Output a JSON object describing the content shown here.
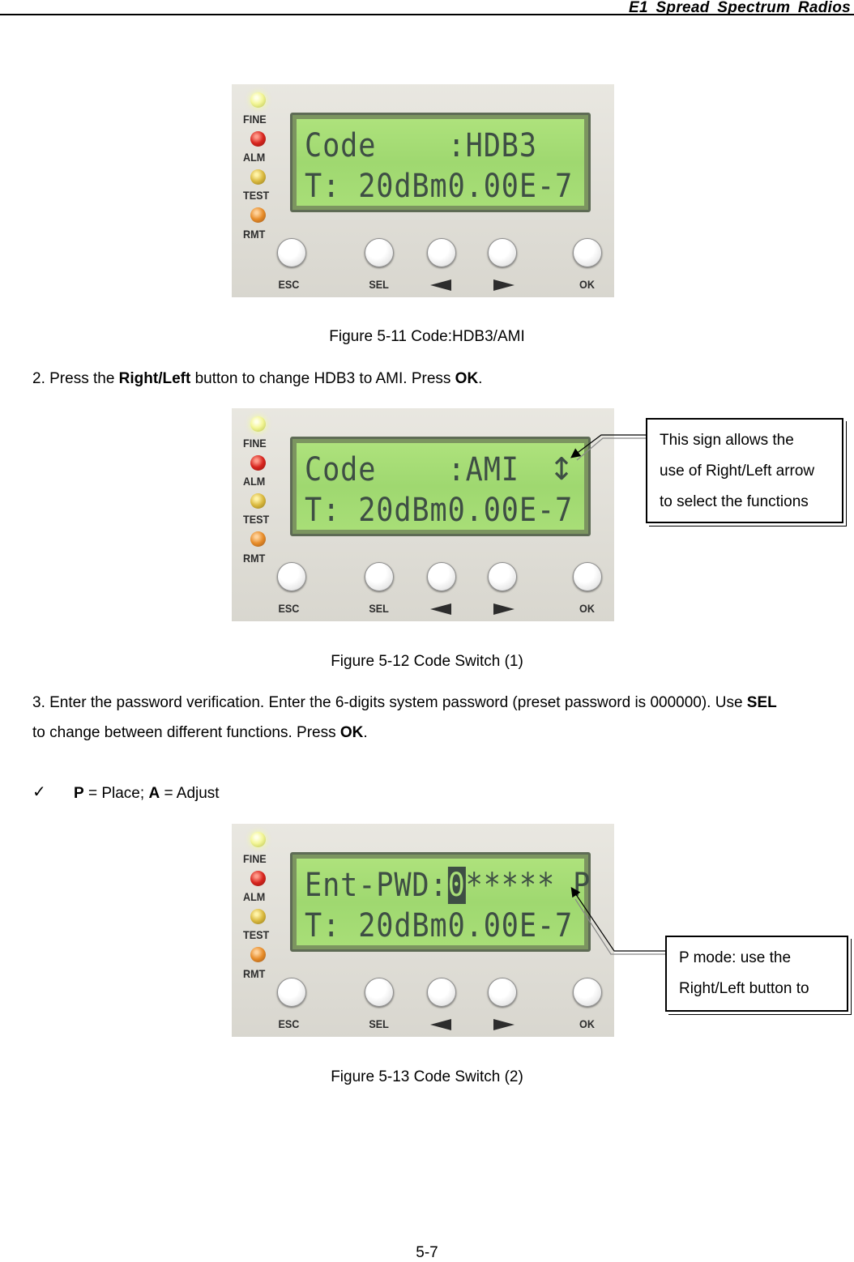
{
  "header": {
    "title": "E1 Spread Spectrum Radios"
  },
  "device": {
    "led_labels": [
      "FINE",
      "ALM",
      "TEST",
      "RMT"
    ],
    "button_labels": {
      "esc": "ESC",
      "sel": "SEL",
      "ok": "OK"
    },
    "lcd_line2": "T: 20dBm0.00E-7"
  },
  "figure1": {
    "lcd_line1": "Code    :HDB3",
    "caption": "Figure 5-11 Code:HDB3/AMI"
  },
  "step2": {
    "prefix": "2. Press the ",
    "bold1": "Right/Left",
    "middle": " button to change HDB3 to AMI. Press ",
    "bold2": "OK",
    "suffix": "."
  },
  "figure2": {
    "lcd_line1": "Code    :AMI",
    "lcd_arrow": "↕",
    "caption": "Figure 5-12 Code Switch (1)",
    "callout": [
      "This sign allows the",
      "use of Right/Left arrow",
      "to select the functions"
    ]
  },
  "step3": {
    "text1": "3. Enter the password verification. Enter the 6-digits system password (preset password is 000000). Use ",
    "bold1": "SEL",
    "text2": "to change between different functions. Press ",
    "bold2": "OK",
    "suffix": "."
  },
  "note": {
    "check": "✓",
    "p_label": "P",
    "p_text": " = Place; ",
    "a_label": "A",
    "a_text": " = Adjust"
  },
  "figure3": {
    "lcd_prefix": "Ent-PWD:",
    "lcd_cursor": "0",
    "lcd_rest": "***** P",
    "caption": "Figure 5-13 Code Switch (2)",
    "callout": [
      "P mode: use the",
      "Right/Left button to"
    ]
  },
  "footer": {
    "page_number": "5-7"
  }
}
